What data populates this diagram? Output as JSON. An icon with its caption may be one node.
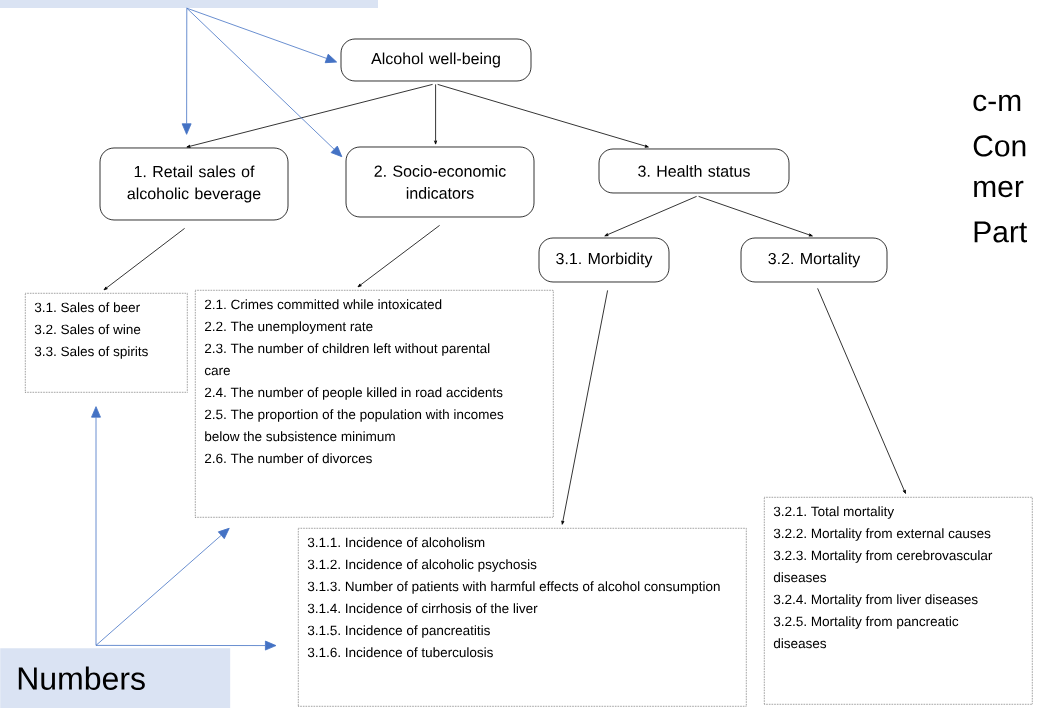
{
  "diagram": {
    "nodes": [
      {
        "text": [],
        "shape": "box"
      },
      {
        "text": [
          "Alcohol well-being"
        ]
      },
      {
        "text": [
          "1. Retail sales of alcoholic beverage"
        ]
      },
      {
        "text": [
          "2. Socio-economic indicators"
        ]
      },
      {
        "text": [
          "3. Health status"
        ]
      },
      {
        "text": [
          "3.1. Morbidity"
        ]
      },
      {
        "text": [
          "3.2. Mortality"
        ]
      },
      {
        "text": [
          "3.1. Sales of beer",
          "3.2. Sales of wine",
          "3.3. Sales of spirits"
        ]
      },
      {
        "text": [
          "2.1. Crimes committed while intoxicated",
          "2.2. The unemployment rate",
          "2.3. The number of children left without parental care",
          "2.4. The number of people killed in road accidents",
          "2.5. The proportion of the population with incomes below the subsistence minimum",
          "2.6. The number of divorces"
        ]
      },
      {
        "text": [
          "3.1.1. Incidence of alcoholism",
          "3.1.2. Incidence of alcoholic psychosis",
          "3.1.3. Number of patients with harmful effects of alcohol consumption",
          "3.1.4. Incidence of cirrhosis of the liver",
          "3.1.5. Incidence of pancreatitis",
          "3.1.6. Incidence of tuberculosis"
        ]
      },
      {
        "text": [
          "3.2.1. Total mortality",
          "3.2.2. Mortality from external causes",
          "3.2.3. Mortality from cerebrovascular diseases",
          "3.2.4. Mortality from liver diseases",
          "3.2.5. Mortality from pancreatic diseases"
        ]
      },
      {
        "text": [
          "Numbers"
        ]
      }
    ],
    "edges": [
      {
        "from": 1,
        "to": 2,
        "arrow": "to"
      },
      {
        "from": 1,
        "to": 3,
        "arrow": "to"
      },
      {
        "from": 1,
        "to": 4,
        "arrow": "to"
      },
      {
        "from": 4,
        "to": 5,
        "arrow": "to"
      },
      {
        "from": 4,
        "to": 6,
        "arrow": "to"
      },
      {
        "from": 2,
        "to": 7,
        "arrow": "to"
      },
      {
        "from": 3,
        "to": 8,
        "arrow": "to"
      },
      {
        "from": 5,
        "to": 9,
        "arrow": "to"
      },
      {
        "from": 6,
        "to": 10,
        "arrow": "to"
      },
      {
        "from": 0,
        "to": 1,
        "arrow": "to",
        "color": "#4472c4"
      },
      {
        "from": 0,
        "to": 2,
        "arrow": "to",
        "color": "#4472c4"
      },
      {
        "from": 0,
        "to": 3,
        "arrow": "to",
        "color": "#4472c4"
      },
      {
        "from": 11,
        "to": 7,
        "arrow": "to",
        "color": "#4472c4"
      },
      {
        "from": 11,
        "to": 8,
        "arrow": "to",
        "color": "#4472c4"
      },
      {
        "from": 11,
        "to": 9,
        "arrow": "to",
        "color": "#4472c4"
      }
    ],
    "labels": [
      "c-m",
      "Con",
      "mer",
      "Part"
    ]
  }
}
